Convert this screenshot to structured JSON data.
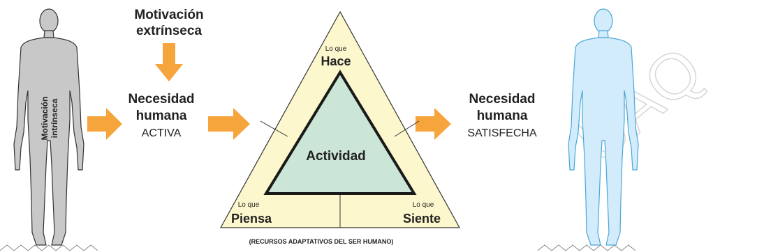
{
  "extrinsic": {
    "line1": "Motivación",
    "line2": "extrínseca"
  },
  "left_figure": {
    "label_line1": "Motivación",
    "label_line2": "intrínseca"
  },
  "need_active": {
    "line1": "Necesidad",
    "line2": "humana",
    "state": "ACTIVA"
  },
  "triangle": {
    "center_label": "Actividad",
    "top": {
      "small": "Lo que",
      "big": "Hace"
    },
    "bottom_left": {
      "small": "Lo que",
      "big": "Piensa"
    },
    "bottom_right": {
      "small": "Lo que",
      "big": "Siente"
    },
    "caption": "(RECURSOS ADAPTATIVOS DEL SER HUMANO)"
  },
  "need_satisfied": {
    "line1": "Necesidad",
    "line2": "humana",
    "state": "SATISFECHA"
  },
  "watermark": "UAQ",
  "colors": {
    "arrow": "#f6a43c",
    "outer_triangle_fill": "#fdf7cd",
    "inner_triangle_fill": "#cbe6d6",
    "left_figure_fill": "#c8c8c8",
    "right_figure_fill": "#d3ecfb",
    "right_figure_stroke": "#4aa7d6",
    "stroke": "#222222"
  }
}
